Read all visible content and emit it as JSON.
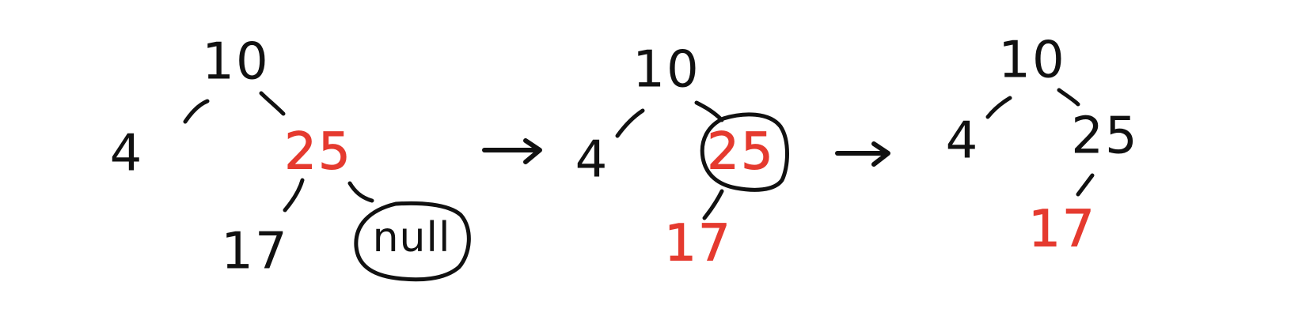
{
  "colors": {
    "ink": "#111111",
    "highlight": "#e53a2f",
    "background": "#ffffff"
  },
  "diagrams": [
    {
      "nodes": {
        "root": {
          "label": "10",
          "color": "ink"
        },
        "left": {
          "label": "4",
          "color": "ink"
        },
        "right": {
          "label": "25",
          "color": "highlight"
        },
        "right_left": {
          "label": "17",
          "color": "ink"
        },
        "right_right": {
          "label": "null",
          "color": "ink",
          "circled": true
        }
      }
    },
    {
      "nodes": {
        "root": {
          "label": "10",
          "color": "ink"
        },
        "left": {
          "label": "4",
          "color": "ink"
        },
        "right": {
          "label": "25",
          "color": "highlight",
          "circled": true
        },
        "right_left": {
          "label": "17",
          "color": "highlight"
        }
      }
    },
    {
      "nodes": {
        "root": {
          "label": "10",
          "color": "ink"
        },
        "left": {
          "label": "4",
          "color": "ink"
        },
        "right": {
          "label": "25",
          "color": "ink"
        },
        "right_left": {
          "label": "17",
          "color": "highlight"
        }
      }
    }
  ],
  "arrows": [
    {
      "icon": "right-arrow-icon"
    },
    {
      "icon": "right-arrow-icon"
    }
  ]
}
